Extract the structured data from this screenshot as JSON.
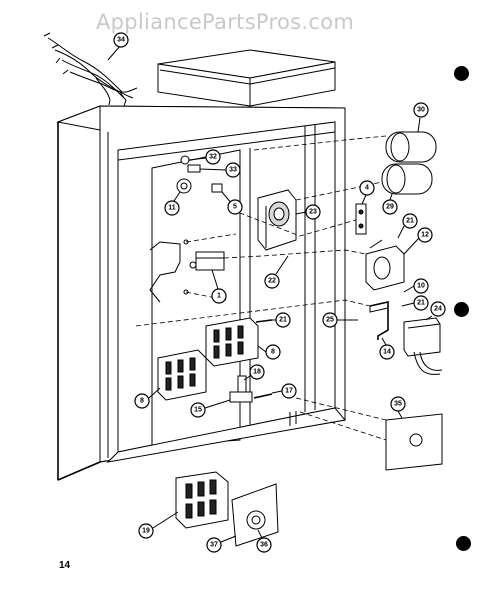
{
  "watermark": "AppliancePartsPros.com",
  "page_number": "14",
  "callouts": [
    "34",
    "30",
    "32",
    "33",
    "29",
    "5",
    "11",
    "23",
    "4",
    "21",
    "12",
    "1",
    "22",
    "10",
    "21",
    "24",
    "25",
    "21",
    "14",
    "8",
    "8",
    "18",
    "17",
    "15",
    "35",
    "19",
    "37",
    "36"
  ]
}
